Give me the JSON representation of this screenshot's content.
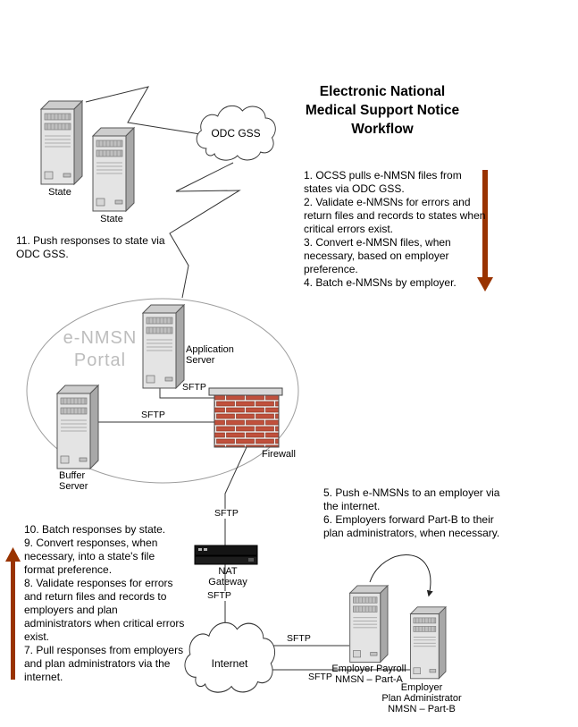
{
  "title": "Electronic National\nMedical Support Notice\nWorkflow",
  "portal": {
    "label": "e-NMSN\nPortal"
  },
  "steps_top_right": [
    "1. OCSS pulls e-NMSN files from states via ODC GSS.",
    "2. Validate e-NMSNs for errors and return files and records to states when critical errors exist.",
    "3. Convert e-NMSN files, when necessary, based on employer preference.",
    "4. Batch e-NMSNs by employer."
  ],
  "step_11": "11. Push responses to state via ODC GSS.",
  "steps_mid_right": [
    "5. Push e-NMSNs to an employer via the internet.",
    "6. Employers forward Part-B to their plan administrators, when necessary."
  ],
  "steps_bottom_left": [
    "10. Batch responses by state.",
    "9. Convert responses, when necessary, into a state's file format preference.",
    "8. Validate responses for errors and return files and records to employers and plan administrators when critical errors exist.",
    "7. Pull responses from employers and plan administrators via the internet."
  ],
  "nodes": {
    "state_1": "State",
    "state_2": "State",
    "odc_gss": "ODC GSS",
    "application_server": "Application\nServer",
    "buffer_server": "Buffer\nServer",
    "firewall": "Firewall",
    "nat_gateway": "NAT\nGateway",
    "internet": "Internet",
    "employer_payroll": "Employer Payroll\nNMSN – Part-A",
    "plan_administrator": "Employer\nPlan Administrator\nNMSN – Part-B"
  },
  "sftp": {
    "app_to_firewall": "SFTP",
    "buffer_to_firewall": "SFTP",
    "firewall_to_nat": "SFTP",
    "nat_to_internet": "SFTP",
    "internet_to_payroll": "SFTP",
    "internet_to_plan_admin": "SFTP"
  },
  "icons": {
    "server": "server-tower-icon",
    "cloud": "cloud-icon",
    "firewall": "brick-wall-icon",
    "nat": "gateway-box-icon",
    "flow": "flow-arrow-icon"
  },
  "colors": {
    "flow_arrow": "#993300",
    "firewall_brick": "#C0503C",
    "portal_label": "#BDBDBD",
    "line": "#333333"
  }
}
